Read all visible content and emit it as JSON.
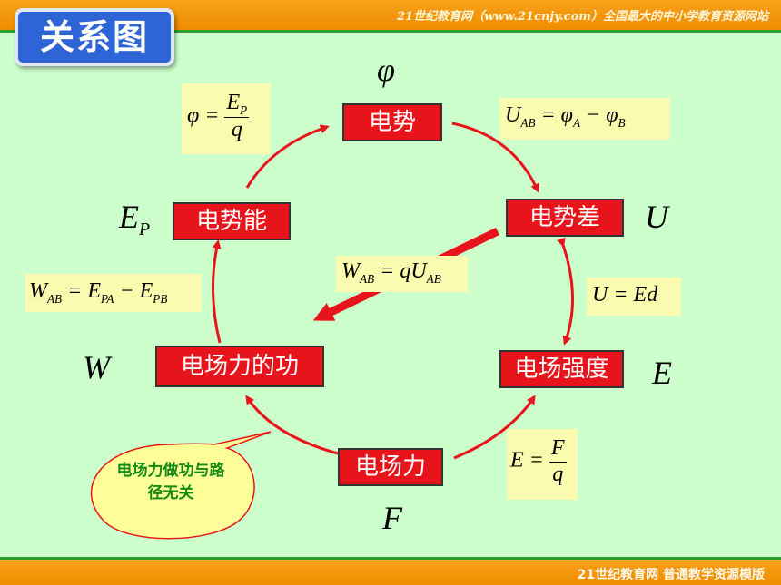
{
  "header": {
    "title": "关系图",
    "site_banner": "21世纪教育网（www.21cnjy.com）全国最大的中小学教育资源网站"
  },
  "footer": {
    "text": "21世纪教育网   普通教学资源模版"
  },
  "nodes": {
    "potential": "电势",
    "potential_difference": "电势差",
    "potential_energy": "电势能",
    "field_strength": "电场强度",
    "field_work": "电场力的功",
    "field_force": "电场力"
  },
  "symbols": {
    "potential": "φ",
    "potential_difference": "U",
    "potential_energy": "E",
    "potential_energy_sub": "P",
    "field_strength": "E",
    "field_work": "W",
    "field_force": "F"
  },
  "formulas": {
    "phi_lhs": "φ =",
    "phi_num": "E",
    "phi_num_sub": "P",
    "phi_den": "q",
    "uab_a": "U",
    "uab_a_sub": "AB",
    "uab_b": " = φ",
    "uab_b_sub": "A",
    "uab_c": " − φ",
    "uab_c_sub": "B",
    "ued": "U = Ed",
    "wab_a": "W",
    "wab_a_sub": "AB",
    "wab_b": " = qU",
    "wab_b_sub": "AB",
    "w_e_a": "W",
    "w_e_a_sub": "AB",
    "w_e_b": " = E",
    "w_e_b_sub": "PA",
    "w_e_c": " − E",
    "w_e_c_sub": "PB",
    "efq_lhs": "E =",
    "efq_num": "F",
    "efq_den": "q"
  },
  "callout": {
    "text": "电场力做功与路径无关"
  },
  "colors": {
    "node_fill": "#e8141b",
    "arrow": "#e8141b",
    "background": "#ccffcc",
    "formula_fill": "#fbfbb0",
    "title_fill": "#2e64d6",
    "callout_fill": "#ffff99",
    "callout_text": "#138a13",
    "banner": "#f08c00"
  }
}
